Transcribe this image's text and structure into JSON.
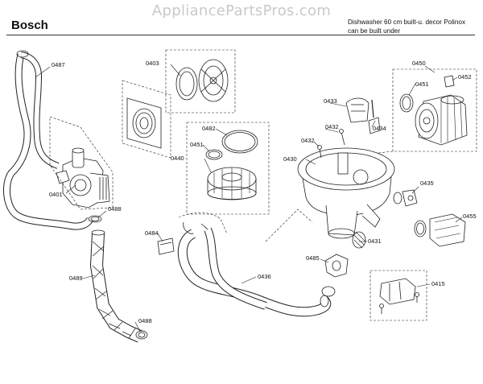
{
  "header": {
    "watermark": "AppliancePartsPros.com",
    "brand": "Bosch",
    "description_line1": "Dishwasher 60 cm built-u. decor Polinox",
    "description_line2": "can be built under"
  },
  "parts": [
    {
      "id": "p0487",
      "label": "0487"
    },
    {
      "id": "p0401",
      "label": "0401"
    },
    {
      "id": "p0488a",
      "label": "0488"
    },
    {
      "id": "p0489",
      "label": "0489"
    },
    {
      "id": "p0488b",
      "label": "0488"
    },
    {
      "id": "p0403",
      "label": "0403"
    },
    {
      "id": "p0482",
      "label": "0482"
    },
    {
      "id": "p0451a",
      "label": "0451"
    },
    {
      "id": "p0440",
      "label": "0440"
    },
    {
      "id": "p0484",
      "label": "0484"
    },
    {
      "id": "p0436",
      "label": "0436"
    },
    {
      "id": "p0433",
      "label": "0433"
    },
    {
      "id": "p0432a",
      "label": "0432"
    },
    {
      "id": "p0432b",
      "label": "0432"
    },
    {
      "id": "p0434",
      "label": "0434"
    },
    {
      "id": "p0430",
      "label": "0430"
    },
    {
      "id": "p0431",
      "label": "0431"
    },
    {
      "id": "p0435",
      "label": "0435"
    },
    {
      "id": "p0450",
      "label": "0450"
    },
    {
      "id": "p0451b",
      "label": "0451"
    },
    {
      "id": "p0452",
      "label": "0452"
    },
    {
      "id": "p0455",
      "label": "0455"
    },
    {
      "id": "p0485",
      "label": "0485"
    },
    {
      "id": "p0415",
      "label": "0415"
    }
  ]
}
